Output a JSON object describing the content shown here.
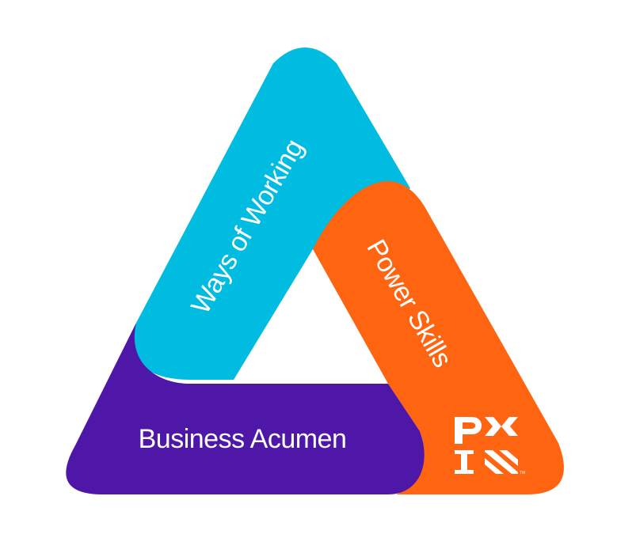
{
  "diagram": {
    "segments": [
      {
        "id": "ways",
        "label": "Ways of Working",
        "color": "#00BCE0"
      },
      {
        "id": "power",
        "label": "Power Skills",
        "color": "#FF6410"
      },
      {
        "id": "business",
        "label": "Business Acumen",
        "color": "#4F17A8"
      }
    ],
    "background": "#FFFFFF",
    "logo": {
      "text": "PMI",
      "color": "#FFFFFF",
      "icon": "pmi-logo-icon"
    }
  }
}
